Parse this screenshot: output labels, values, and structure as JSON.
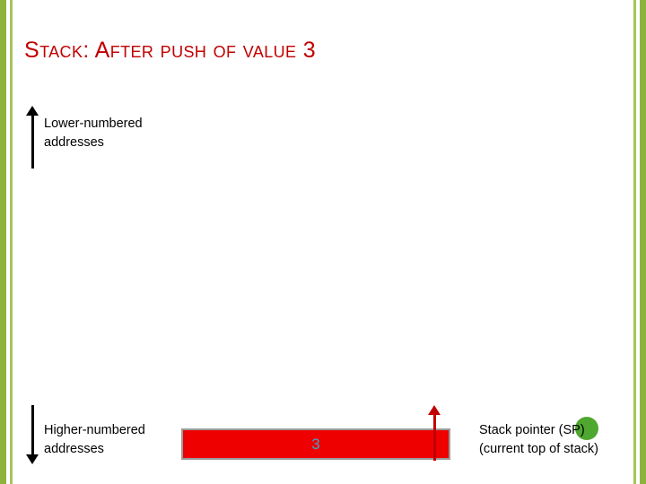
{
  "slide": {
    "title": "Stack: After push of value 3",
    "labels": {
      "lower_addresses": "Lower-numbered addresses",
      "higher_addresses": "Higher-numbered addresses",
      "stack_pointer_line1": "Stack pointer (SP)",
      "stack_pointer_line2": "(current top of stack)"
    },
    "stack_cell": {
      "value": "3"
    },
    "colors": {
      "title": "#C00000",
      "stack_cell_fill": "#EE0000",
      "stack_cell_border": "#9A9A9A",
      "stack_value_text": "#44A0C8",
      "sp_arrow": "#C00000",
      "address_arrow": "#000000",
      "accent_bar_outer": "#8DB33C",
      "accent_bar_inner": "#A6C45A",
      "green_dot": "#4EA72E"
    }
  }
}
